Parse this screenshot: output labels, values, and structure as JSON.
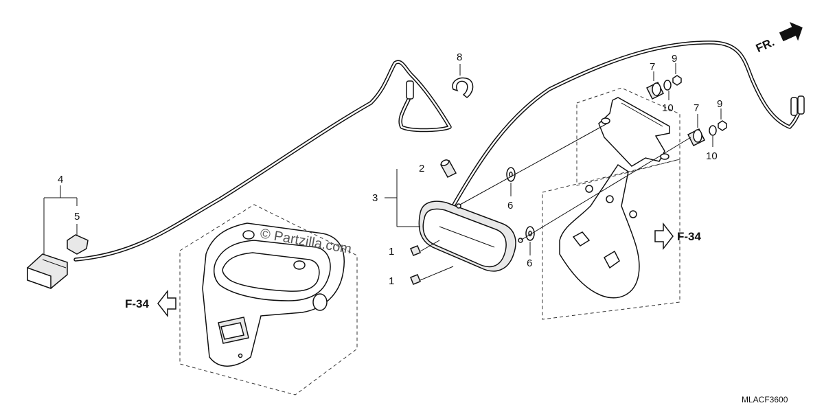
{
  "diagram": {
    "callouts": {
      "c1a": "1",
      "c1b": "1",
      "c2": "2",
      "c3": "3",
      "c4": "4",
      "c5": "5",
      "c6a": "6",
      "c6b": "6",
      "c7a": "7",
      "c7b": "7",
      "c8": "8",
      "c9a": "9",
      "c9b": "9",
      "c10a": "10",
      "c10b": "10"
    },
    "ref_left": "F-34",
    "ref_right": "F-34",
    "front_marker": "FR.",
    "watermark": "© Partzilla.com",
    "diagram_code": "MLACF3600"
  }
}
